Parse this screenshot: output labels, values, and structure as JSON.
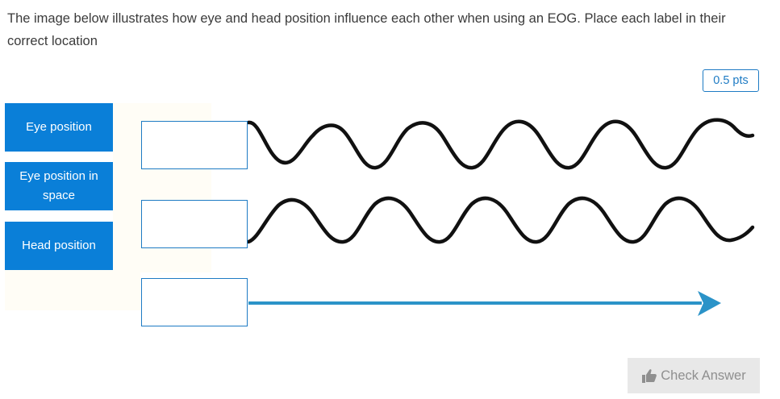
{
  "question": {
    "text": "The image below illustrates how eye and head position influence each other when using an EOG. Place each label in their correct location"
  },
  "points_badge": "0.5 pts",
  "labels": [
    {
      "text": "Eye position"
    },
    {
      "text": "Eye position in space"
    },
    {
      "text": "Head position"
    }
  ],
  "drop_zones": [
    {
      "value": ""
    },
    {
      "value": ""
    },
    {
      "value": ""
    }
  ],
  "diagram": {
    "trace_colors": {
      "wave": "#111111",
      "arrow": "#2b93c8"
    },
    "traces": [
      "wave",
      "wave",
      "arrow"
    ]
  },
  "check_button": {
    "label": "Check Answer",
    "icon": "thumbs-up-icon",
    "enabled": false
  },
  "colors": {
    "label_bg": "#0a7fd8",
    "accent": "#1e7bc4",
    "button_bg": "#e8e8e8",
    "button_text": "#8f8f8f"
  }
}
